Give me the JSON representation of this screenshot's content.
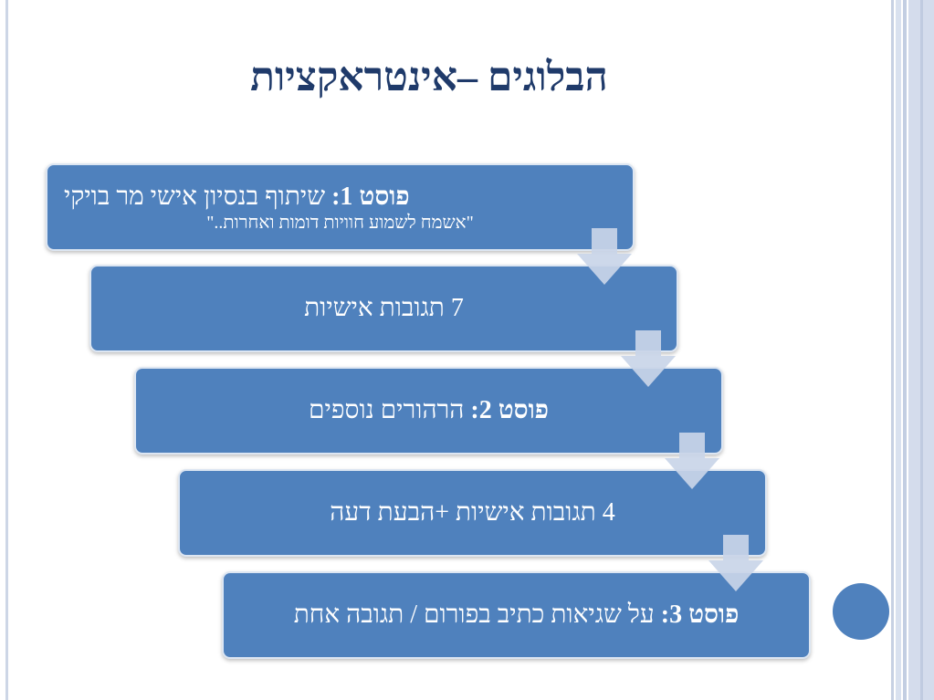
{
  "title": "הבלוגים –אינטראקציות",
  "steps": [
    {
      "bold": "פוסט 1:",
      "text": " שיתוף בנסיון אישי מר בויקי",
      "sub": "\"אשמח לשמוע חוויות דומות ואחרות..\""
    },
    {
      "text": "7 תגובות אישיות"
    },
    {
      "bold": "פוסט 2:",
      "text": "  הרהורים נוספים"
    },
    {
      "text": "4 תגובות אישיות +הבעת דעה"
    },
    {
      "bold": "פוסט 3:",
      "text": " על שגיאות כתיב בפורום  / תגובה אחת"
    }
  ],
  "colors": {
    "box": "#4f81bd",
    "arrow": "#c9d5e8",
    "title": "#1f3a6a"
  }
}
